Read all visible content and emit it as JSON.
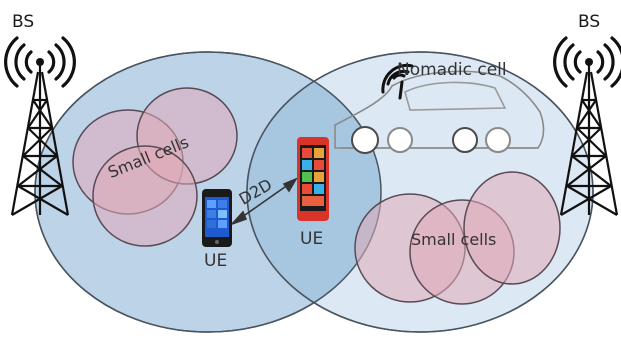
{
  "labels": {
    "bs_left": "BS",
    "bs_right": "BS",
    "nomadic": "Nomadic cell",
    "small_left": "Small cells",
    "small_right": "Small cells",
    "d2d": "D2D",
    "ue_left": "UE",
    "ue_right": "UE"
  },
  "colors": {
    "macro_left": "#bcd3e8",
    "macro_right": "#dce8f3",
    "overlap": "#a7c6e0",
    "small_cell": "#e0aab8",
    "small_cell_stroke": "#5a4a55",
    "tower": "#111111",
    "phone_blue": "#1e5bd1",
    "phone_red": "#d8342a"
  }
}
